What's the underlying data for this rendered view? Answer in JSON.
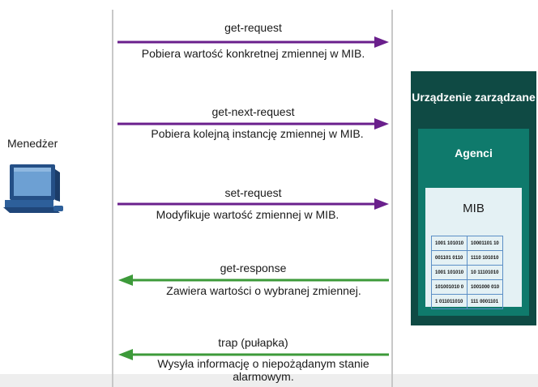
{
  "manager": {
    "label": "Menedżer",
    "icon": "computer-icon"
  },
  "messages": [
    {
      "label": "get-request",
      "desc": "Pobiera wartość konkretnej zmiennej w MIB.",
      "direction": "to-device",
      "color": "#6a1f8c"
    },
    {
      "label": "get-next-request",
      "desc": "Pobiera kolejną instancję zmiennej w MIB.",
      "direction": "to-device",
      "color": "#6a1f8c"
    },
    {
      "label": "set-request",
      "desc": "Modyfikuje wartość zmiennej w MIB.",
      "direction": "to-device",
      "color": "#6a1f8c"
    },
    {
      "label": "get-response",
      "desc": "Zawiera wartości o wybranej zmiennej.",
      "direction": "to-manager",
      "color": "#3d9a3a"
    },
    {
      "label": "trap (pułapka)",
      "desc": "Wysyła informację o niepożądanym stanie alarmowym.",
      "direction": "to-manager",
      "color": "#3d9a3a"
    }
  ],
  "device": {
    "title": "Urządzenie zarządzane",
    "agents_label": "Agenci",
    "mib_label": "MIB",
    "mib_rows": [
      [
        "1001 101010",
        "10001101 10"
      ],
      [
        "001101 0110",
        "1110 101010"
      ],
      [
        "1001 101010",
        "10 11101010"
      ],
      [
        "101001010 0",
        "1001000 010"
      ],
      [
        "1 011011010",
        "111 0001101"
      ]
    ]
  },
  "colors": {
    "request": "#6a1f8c",
    "response": "#3d9a3a",
    "device_dark": "#0f4a44",
    "agents": "#0f7a6c",
    "mib_bg": "#e4f1f4"
  }
}
